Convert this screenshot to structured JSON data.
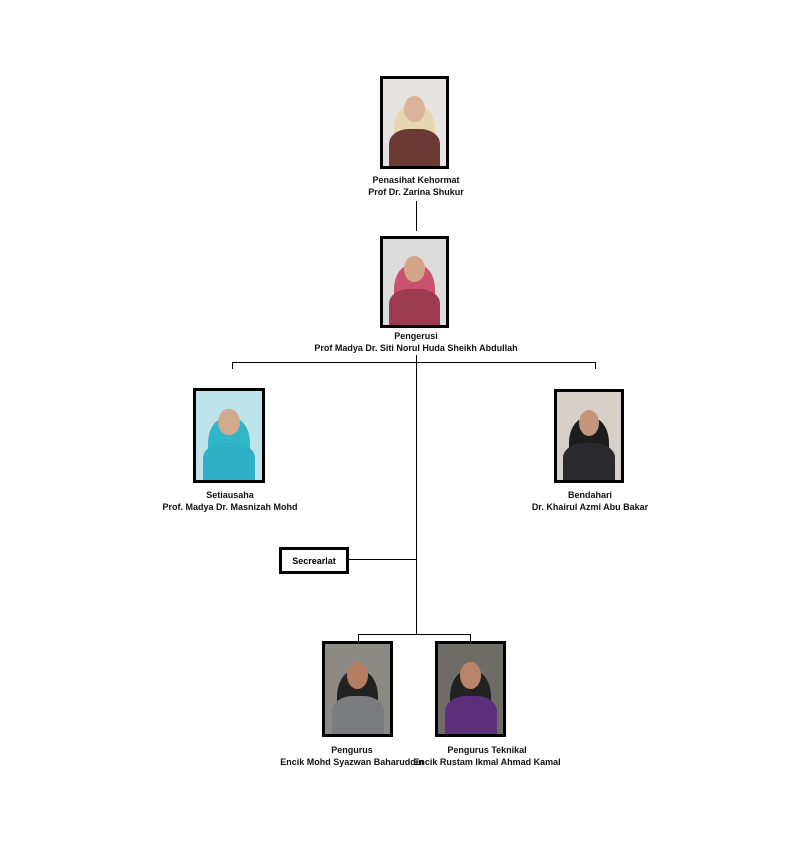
{
  "members": [
    {
      "role": "Penasihat Kehormat",
      "name": "Prof Dr. Zarina Shukur",
      "bg": "#e6e4e0",
      "skin": "#d9b39a",
      "cloth": "#6b3a34",
      "veil": "#e6d7b0"
    },
    {
      "role": "Pengerusi",
      "name": "Prof Madya Dr. Siti Norul Huda Sheikh Abdullah",
      "bg": "#dcdcdc",
      "skin": "#d3a488",
      "cloth": "#9c3a52",
      "veil": "#c9536f"
    },
    {
      "role": "Setiausaha",
      "name": "Prof. Madya Dr. Masnizah Mohd",
      "bg": "#bfe3ea",
      "skin": "#d1a98e",
      "cloth": "#2fb0c7",
      "veil": "#33b5c9"
    },
    {
      "role": "Bendahari",
      "name": "Dr. Khairul Azmi Abu Bakar",
      "bg": "#d6d0c8",
      "skin": "#c59579",
      "cloth": "#2a2a2e",
      "veil": "#1d1d1d"
    },
    {
      "role": "Pengurus",
      "name": "Encik Mohd Syazwan Baharuddin",
      "bg": "#8d8a86",
      "skin": "#b47e63",
      "cloth": "#7a7c80",
      "veil": "#222"
    },
    {
      "role": "Pengurus Teknikal",
      "name": "Encik Rustam Ikmal Ahmad Kamal",
      "bg": "#6f6c68",
      "skin": "#b8856b",
      "cloth": "#5b2f7a",
      "veil": "#222"
    }
  ],
  "secretariat": "Secrearlat"
}
